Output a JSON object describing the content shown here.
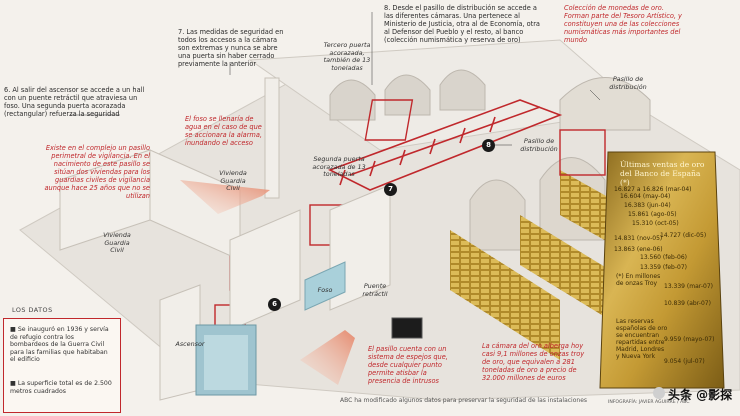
{
  "callouts": {
    "c6": "6. Al salir del ascensor se accede a un hall con un puente retráctil que atraviesa un foso. Una segunda puerta acorazada (rectangular) refuerza la seguridad",
    "c7": "7. Las medidas de seguridad en todos los accesos a la cámara son extremas y nunca se abre una puerta sin haber cerrado previamente la anterior",
    "c8": "8. Desde el pasillo de distribución se accede a las diferentes cámaras. Una pertenece al Ministerio de Justicia, otra al de Economía, otra al Defensor del Pueblo y el resto, al banco (colección numismática y reserva de oro)",
    "coins": "Colección de monedas de oro. Forman parte del Tesoro Artístico, y constituyen una de las colecciones numismáticas más importantes del mundo",
    "foso": "El foso se llenaría de agua en el caso de que se accionara la alarma, inundando el acceso",
    "perimetral": "Existe en el complejo un pasillo perimetral de vigilancia. En el nacimiento de este pasillo se sitúan dos viviendas para los guardias civiles de vigilancia aunque hace 25 años que no se utilizan",
    "espejos": "El pasillo cuenta con un sistema de espejos que, desde cualquier punto permite atisbar la presencia de intrusos",
    "gold_room": "La cámara del oro alberga hoy casi 9,1 millones de onzas troy de oro, que equivalen a 281 toneladas de oro a precio de 32.000 millones de euros"
  },
  "labels": {
    "tercero": "Tercero puerta acorazada, también de 13 toneladas",
    "pasillo1": "Pasillo de distribución",
    "pasillo2": "Pasillo de distribución",
    "segunda": "Segunda puerta acorazada de 13 toneladas",
    "vivienda1": "Vivienda Guardia Civil",
    "vivienda2": "Vivienda Guardia Civil",
    "puente": "Puente retráctil",
    "foso": "Foso",
    "ascensor": "Ascensor",
    "step6": "6",
    "step7": "7",
    "step8": "8"
  },
  "gold": {
    "title": "Últimas ventas de oro del Banco de España (*)",
    "rows": [
      {
        "label": "",
        "value": "16.827 a 16.826 (mar-04)"
      },
      {
        "label": "",
        "value": "16.604 (may-04)"
      },
      {
        "label": "",
        "value": "16.383 (jun-04)"
      },
      {
        "label": "",
        "value": "15.861 (ago-05)"
      },
      {
        "label": "",
        "value": "15.310 (oct-05)"
      },
      {
        "label": "",
        "value": "14.831 (nov-05)"
      },
      {
        "label": "",
        "value": "14.727 (dic-05)"
      },
      {
        "label": "",
        "value": "13.863 (ene-06)"
      },
      {
        "label": "",
        "value": "13.560 (feb-06)"
      },
      {
        "label": "",
        "value": "13.359 (feb-07)"
      },
      {
        "label": "",
        "value": "13.339 (mar-07)"
      },
      {
        "label": "",
        "value": "10.839 (abr-07)"
      },
      {
        "label": "",
        "value": "9.959 (mayo-07)"
      },
      {
        "label": "",
        "value": "9.054 (jul-07)"
      }
    ],
    "note_unit": "(*) En millones de onzas Troy",
    "note_reserves": "Las reservas españolas de oro se encuentran repartidas entre Madrid, Londres y Nueva York"
  },
  "datos": {
    "title": "LOS DATOS",
    "items": [
      "Se inauguró en 1936 y servía de refugio contra los bombardeos de la Guerra Civil para las familias que habitaban el edificio",
      "La superficie total es de 2.500 metros cuadrados"
    ]
  },
  "footer": "ABC ha modificado algunos datos para preservar la seguridad de las instalaciones",
  "credit": "INFOGRAFÍA: JAVIER AGUIRRE / ABC",
  "watermark": "头条 @影探",
  "colors": {
    "red": "#c0282c",
    "gold": "#c9a537",
    "bg": "#f4f1ec",
    "concrete": "#e9e6e1"
  }
}
